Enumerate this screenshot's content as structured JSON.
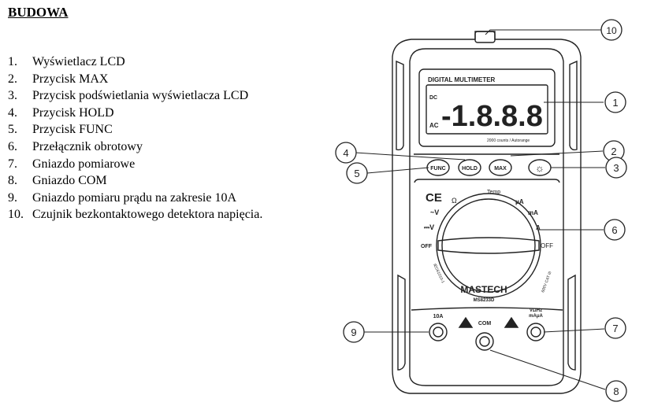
{
  "heading": "BUDOWA",
  "parts": [
    {
      "num": "1.",
      "label": "Wyświetlacz LCD"
    },
    {
      "num": "2.",
      "label": "Przycisk MAX"
    },
    {
      "num": "3.",
      "label": "Przycisk podświetlania wyświetlacza LCD"
    },
    {
      "num": "4.",
      "label": "Przycisk HOLD"
    },
    {
      "num": "5.",
      "label": "Przycisk FUNC"
    },
    {
      "num": "6.",
      "label": "Przełącznik obrotowy"
    },
    {
      "num": "7.",
      "label": "Gniazdo pomiarowe"
    },
    {
      "num": "8.",
      "label": "Gniazdo COM"
    },
    {
      "num": "9.",
      "label": "Gniazdo pomiaru prądu na zakresie 10A"
    },
    {
      "num": "10.",
      "label": "Czujnik bezkontaktowego detektora napięcia."
    }
  ],
  "device": {
    "display_title": "DIGITAL MULTIMETER",
    "display_digits": "-1.8.8.8",
    "display_ac": "AC",
    "display_dc": "DC",
    "display_counts": "2000 counts / Autorange",
    "btn_func": "FUNC",
    "btn_hold": "HOLD",
    "btn_max": "MAX",
    "ce_mark": "CE",
    "dial_v_ac": "~V",
    "dial_v_dc": "⎓V",
    "dial_off_left": "OFF",
    "dial_off_right": "OFF",
    "dial_ohm": "Ω",
    "dial_temp": "Temp",
    "dial_ua": "μA",
    "dial_ma": "mA",
    "dial_a": "A",
    "brand": "MASTECH",
    "model": "MS8233D",
    "jack_10a": "10A",
    "jack_com": "COM",
    "jack_vohm": "VΩHz",
    "jack_vohm2": "mAμA",
    "std_left": "IEC61010-1",
    "std_right": "600V CAT III"
  },
  "callouts": [
    "1",
    "2",
    "3",
    "4",
    "5",
    "6",
    "7",
    "8",
    "9",
    "10"
  ],
  "colors": {
    "ink": "#222222",
    "paper": "#ffffff"
  }
}
